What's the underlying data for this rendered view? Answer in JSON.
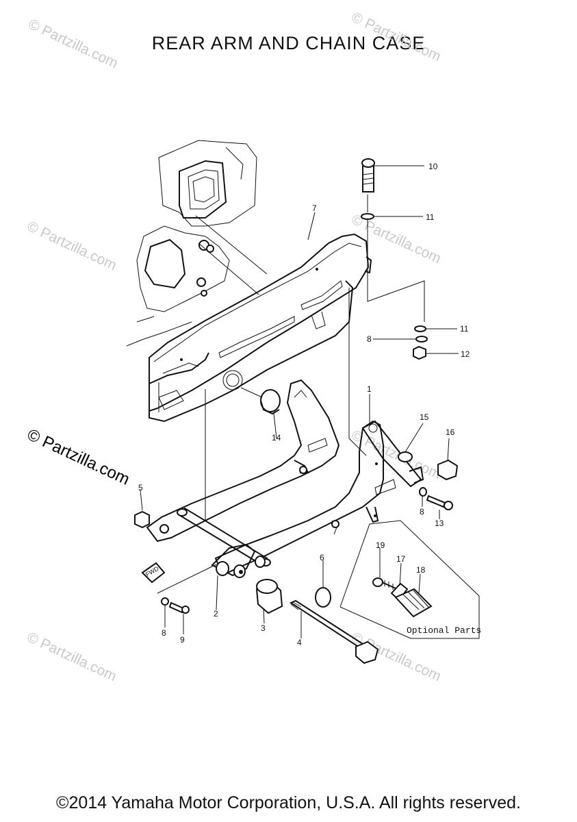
{
  "title": "REAR ARM  AND  CHAIN CASE",
  "copyright": "©2014 Yamaha Motor Corporation, U.S.A. All rights reserved.",
  "watermark": "© Partzilla.com",
  "optional_label": "Optional Parts",
  "callouts": {
    "c1": "1",
    "c2": "2",
    "c3": "3",
    "c4": "4",
    "c5": "5",
    "c6": "6",
    "c7": "7",
    "c8a": "8",
    "c8b": "8",
    "c8c": "8",
    "c9": "9",
    "c10": "10",
    "c11a": "11",
    "c11b": "11",
    "c12": "12",
    "c13": "13",
    "c14": "14",
    "c15": "15",
    "c16": "16",
    "c17": "17",
    "c18": "18",
    "c19": "19"
  },
  "fwd_mark": "FWD"
}
